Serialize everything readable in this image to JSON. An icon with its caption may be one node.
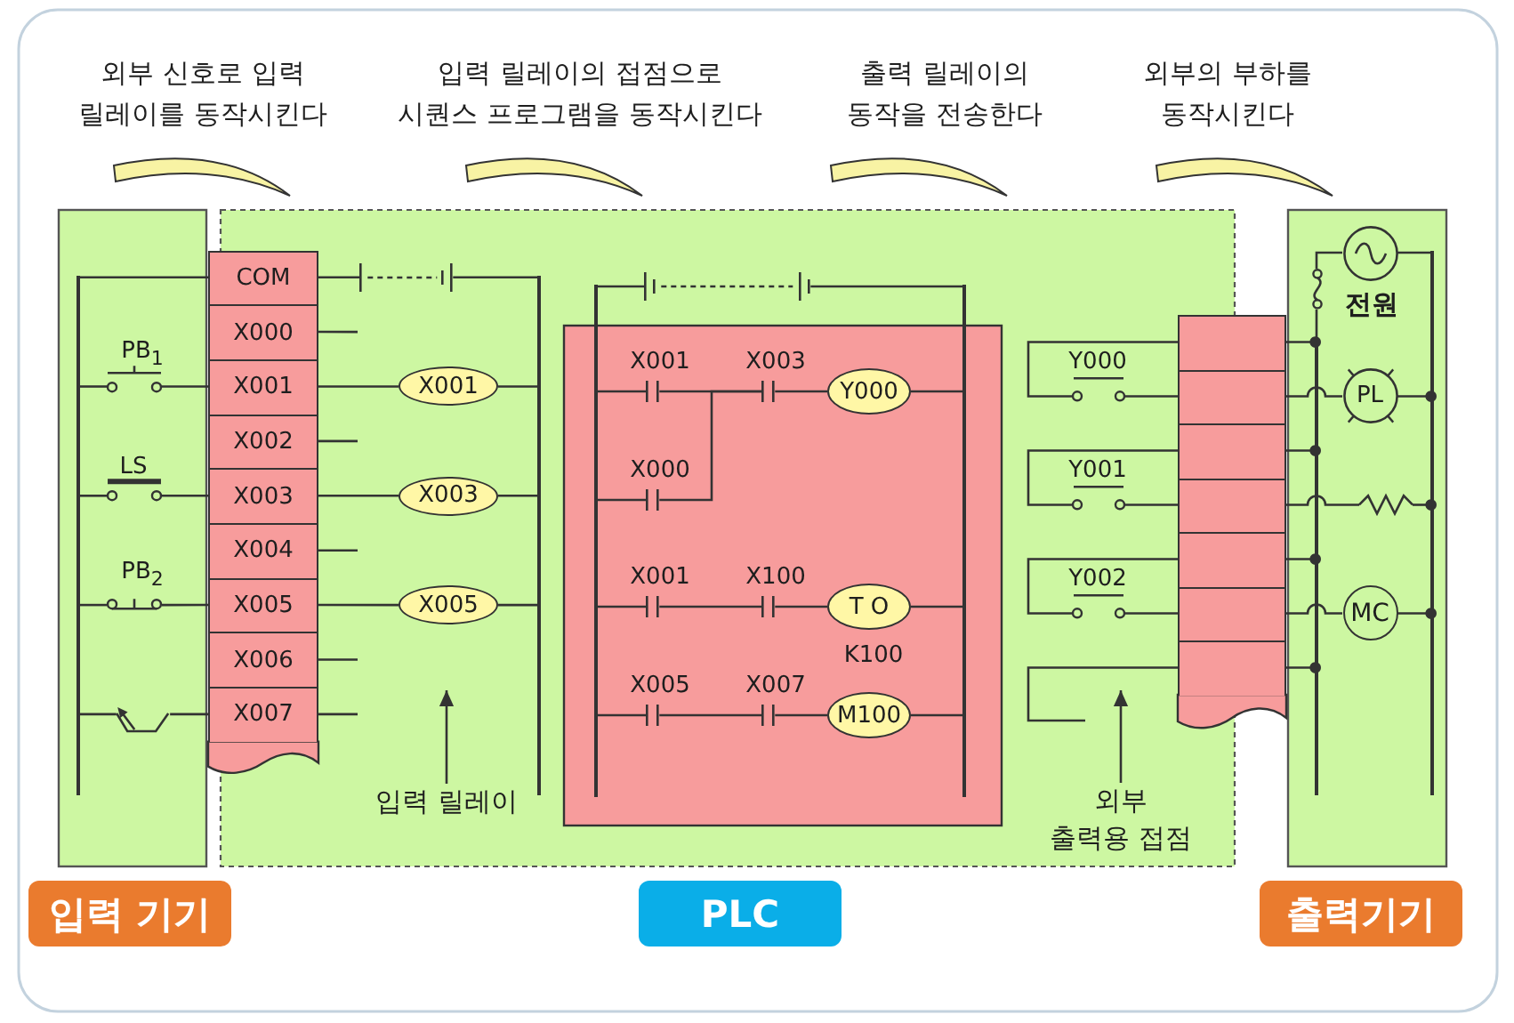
{
  "diagram": {
    "nodes": [
      {
        "text": [],
        "shape": "bar"
      },
      {
        "text": [],
        "shape": "switch",
        "beside": [
          "PB$_{1}$"
        ]
      },
      {
        "text": [],
        "shape": "switch",
        "beside": [
          "LS"
        ]
      },
      {
        "text": [],
        "shape": "switch",
        "beside": [
          "PB$_{2}$"
        ]
      },
      {
        "text": [],
        "shape": "switch"
      },
      {
        "text": [
          "COM"
        ]
      },
      {
        "text": [
          "X000"
        ]
      },
      {
        "text": [
          "X001"
        ]
      },
      {
        "text": [
          "X002"
        ]
      },
      {
        "text": [
          "X003"
        ]
      },
      {
        "text": [
          "X004"
        ]
      },
      {
        "text": [
          "X005"
        ]
      },
      {
        "text": [
          "X006"
        ]
      },
      {
        "text": [
          "X007"
        ]
      },
      {
        "text": [],
        "shape": "battery"
      },
      {
        "text": [
          "X001"
        ]
      },
      {
        "text": [
          "X003"
        ]
      },
      {
        "text": [
          "X005"
        ]
      },
      {
        "text": [],
        "shape": "bar"
      },
      {
        "text": [],
        "shape": "bar"
      },
      {
        "text": [],
        "shape": "bar"
      },
      {
        "text": [],
        "shape": "battery"
      },
      {
        "text": [],
        "shape": "contact",
        "beside": [
          "X001"
        ]
      },
      {
        "text": [],
        "shape": "contact",
        "beside": [
          "X003"
        ]
      },
      {
        "text": [
          "Y000"
        ]
      },
      {
        "text": [],
        "shape": "contact",
        "beside": [
          "X000"
        ]
      },
      {
        "text": [],
        "shape": "contact",
        "beside": [
          "X001"
        ]
      },
      {
        "text": [],
        "shape": "contact",
        "beside": [
          "X100"
        ]
      },
      {
        "text": [
          "T O"
        ],
        "beside": [
          "K100"
        ]
      },
      {
        "text": [],
        "shape": "contact",
        "beside": [
          "X005"
        ]
      },
      {
        "text": [],
        "shape": "contact",
        "beside": [
          "X007"
        ]
      },
      {
        "text": [
          "M100"
        ]
      },
      {
        "text": [],
        "shape": "contact",
        "beside": [
          "Y000"
        ]
      },
      {
        "text": [],
        "shape": "contact",
        "beside": [
          "Y001"
        ]
      },
      {
        "text": [],
        "shape": "contact",
        "beside": [
          "Y002"
        ]
      },
      {
        "text": [],
        "shape": "box"
      },
      {
        "text": [],
        "shape": "box"
      },
      {
        "text": [],
        "shape": "box"
      },
      {
        "text": [],
        "shape": "box"
      },
      {
        "text": [],
        "shape": "box"
      },
      {
        "text": [],
        "shape": "box"
      },
      {
        "text": [],
        "shape": "box"
      },
      {
        "text": [],
        "shape": "bar"
      },
      {
        "text": [],
        "shape": "circle",
        "beside": [
          "전원"
        ]
      },
      {
        "text": [],
        "shape": "fuse"
      },
      {
        "text": [
          "PL"
        ]
      },
      {
        "text": [],
        "shape": "resistor"
      },
      {
        "text": [
          "MC"
        ]
      },
      {
        "text": [],
        "shape": "bar"
      },
      {
        "text": [
          "입력 릴레이"
        ]
      },
      {
        "text": [
          "외부 출력용 접점"
        ]
      },
      {
        "text": [
          "입력 기기"
        ]
      },
      {
        "text": [
          "PLC"
        ]
      },
      {
        "text": [
          "출력기기"
        ]
      }
    ],
    "edges": [
      {
        "from": 0,
        "to": 5,
        "arrow": "none"
      },
      {
        "from": 0,
        "to": 1,
        "arrow": "none"
      },
      {
        "from": 1,
        "to": 7,
        "arrow": "none"
      },
      {
        "from": 0,
        "to": 2,
        "arrow": "none"
      },
      {
        "from": 2,
        "to": 9,
        "arrow": "none"
      },
      {
        "from": 0,
        "to": 3,
        "arrow": "none"
      },
      {
        "from": 3,
        "to": 11,
        "arrow": "none"
      },
      {
        "from": 0,
        "to": 4,
        "arrow": "none"
      },
      {
        "from": 4,
        "to": 13,
        "arrow": "none"
      },
      {
        "from": 5,
        "to": 14,
        "arrow": "none"
      },
      {
        "from": 14,
        "to": 18,
        "arrow": "none"
      },
      {
        "from": 6,
        "to": null,
        "arrow": "none"
      },
      {
        "from": 7,
        "to": 15,
        "arrow": "none"
      },
      {
        "from": 8,
        "to": null,
        "arrow": "none"
      },
      {
        "from": 9,
        "to": 16,
        "arrow": "none"
      },
      {
        "from": 10,
        "to": null,
        "arrow": "none"
      },
      {
        "from": 11,
        "to": 17,
        "arrow": "none"
      },
      {
        "from": 12,
        "to": null,
        "arrow": "none"
      },
      {
        "from": 13,
        "to": null,
        "arrow": "none"
      },
      {
        "from": 15,
        "to": 18,
        "arrow": "none"
      },
      {
        "from": 16,
        "to": 18,
        "arrow": "none"
      },
      {
        "from": 17,
        "to": 18,
        "arrow": "none"
      },
      {
        "from": 19,
        "to": 21,
        "arrow": "none"
      },
      {
        "from": 21,
        "to": 20,
        "arrow": "none"
      },
      {
        "from": 19,
        "to": 22,
        "arrow": "none"
      },
      {
        "from": 22,
        "to": 23,
        "arrow": "none"
      },
      {
        "from": 23,
        "to": 24,
        "arrow": "none"
      },
      {
        "from": 19,
        "to": 25,
        "arrow": "none"
      },
      {
        "from": 25,
        "to": 23,
        "arrow": "none"
      },
      {
        "from": 24,
        "to": 20,
        "arrow": "none"
      },
      {
        "from": 19,
        "to": 26,
        "arrow": "none"
      },
      {
        "from": 26,
        "to": 27,
        "arrow": "none"
      },
      {
        "from": 27,
        "to": 28,
        "arrow": "none"
      },
      {
        "from": 28,
        "to": 20,
        "arrow": "none"
      },
      {
        "from": 19,
        "to": 29,
        "arrow": "none"
      },
      {
        "from": 29,
        "to": 30,
        "arrow": "none"
      },
      {
        "from": 30,
        "to": 31,
        "arrow": "none"
      },
      {
        "from": 31,
        "to": 20,
        "arrow": "none"
      },
      {
        "from": 35,
        "to": 32,
        "arrow": "none"
      },
      {
        "from": 32,
        "to": 36,
        "arrow": "none"
      },
      {
        "from": 37,
        "to": 33,
        "arrow": "none"
      },
      {
        "from": 33,
        "to": 38,
        "arrow": "none"
      },
      {
        "from": 39,
        "to": 34,
        "arrow": "none"
      },
      {
        "from": 34,
        "to": 40,
        "arrow": "none"
      },
      {
        "from": 41,
        "to": null,
        "arrow": "none"
      },
      {
        "from": 35,
        "to": 42,
        "arrow": "other"
      },
      {
        "from": 37,
        "to": 42,
        "arrow": "other"
      },
      {
        "from": 39,
        "to": 42,
        "arrow": "other"
      },
      {
        "from": 41,
        "to": 42,
        "arrow": "other"
      },
      {
        "from": 36,
        "to": 45,
        "arrow": "none"
      },
      {
        "from": 38,
        "to": 46,
        "arrow": "none"
      },
      {
        "from": 46,
        "to": 48,
        "arrow": "other"
      },
      {
        "from": 40,
        "to": 47,
        "arrow": "none"
      },
      {
        "from": 43,
        "to": 44,
        "arrow": "none"
      },
      {
        "from": 44,
        "to": 42,
        "arrow": "none"
      },
      {
        "from": 43,
        "to": 48,
        "arrow": "none"
      },
      {
        "from": 45,
        "to": 48,
        "arrow": "other"
      },
      {
        "from": 47,
        "to": 48,
        "arrow": "other"
      },
      {
        "from": 49,
        "to": null,
        "arrow": "to"
      },
      {
        "from": 50,
        "to": null,
        "arrow": "to"
      }
    ],
    "labels": [
      "외부 신호로 입력 릴레이를 동작시킨다",
      "입력 릴레이의 접점으로 시퀀스 프로그램을 동작시킨다",
      "출력 릴레이의 동작을 전송한다",
      "외부의 부하를 동작시킨다"
    ]
  }
}
